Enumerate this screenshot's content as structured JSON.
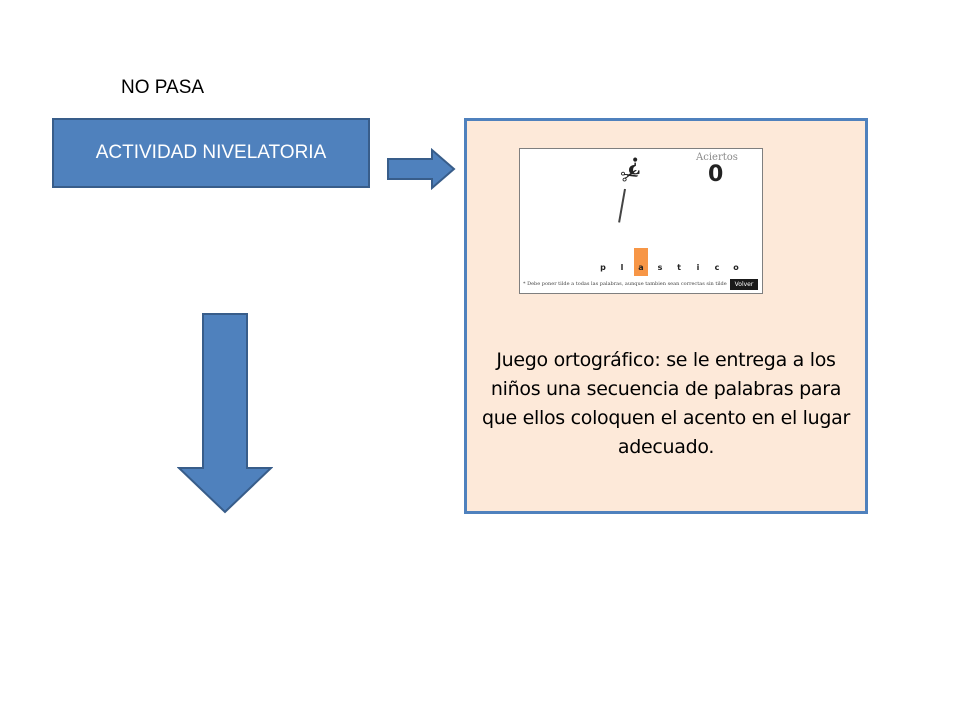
{
  "label_top": "NO PASA",
  "activity": {
    "label": "ACTIVIDAD NIVELATORIA"
  },
  "info_box": {
    "description": "Juego ortográfico: se le entrega a los niños una secuencia de palabras para que ellos coloquen el acento en el lugar adecuado.",
    "screenshot": {
      "question_mark": "¿",
      "scissors_icon": "scissors-icon",
      "aciertos_label": "Aciertos",
      "aciertos_value": "0",
      "word_letters": [
        "p",
        "l",
        "a",
        "s",
        "t",
        "i",
        "c",
        "o"
      ],
      "highlighted_letter_index": 2,
      "note": "* Debe poner tilde a todas las palabras, aunque tambien sean correctas sin tilde",
      "volver_button": "Volver"
    }
  },
  "colors": {
    "box_fill": "#4f81bd",
    "box_border": "#385d8a",
    "info_fill": "#fde9d9",
    "highlight": "#f79646"
  }
}
